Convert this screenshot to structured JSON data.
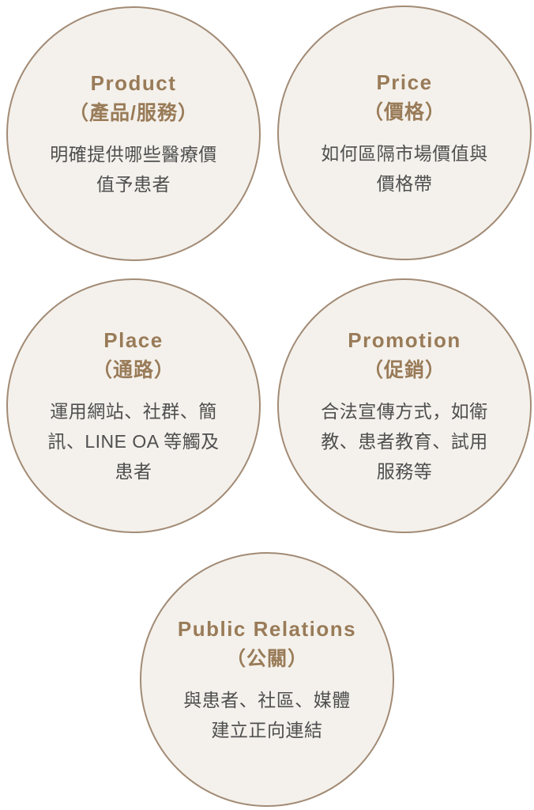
{
  "diagram": {
    "background_color": "#ffffff",
    "circle_fill_color": "#f4f1ec",
    "circle_border_color": "#a28b75",
    "title_color": "#997b58",
    "description_color": "#4f4f4f"
  },
  "circles": [
    {
      "id": "product",
      "title": "Product",
      "subtitle": "（產品/服務）",
      "description": "明確提供哪些醫療價\n值予患者"
    },
    {
      "id": "price",
      "title": "Price",
      "subtitle": "（價格）",
      "description": "如何區隔市場價值與\n價格帶"
    },
    {
      "id": "place",
      "title": "Place",
      "subtitle": "（通路）",
      "description": "運用網站、社群、簡\n訊、LINE OA 等觸及\n患者"
    },
    {
      "id": "promotion",
      "title": "Promotion",
      "subtitle": "（促銷）",
      "description": "合法宣傳方式，如衛\n教、患者教育、試用\n服務等"
    },
    {
      "id": "public-relations",
      "title": "Public Relations",
      "subtitle": "（公關）",
      "description": "與患者、社區、媒體\n建立正向連結"
    }
  ]
}
